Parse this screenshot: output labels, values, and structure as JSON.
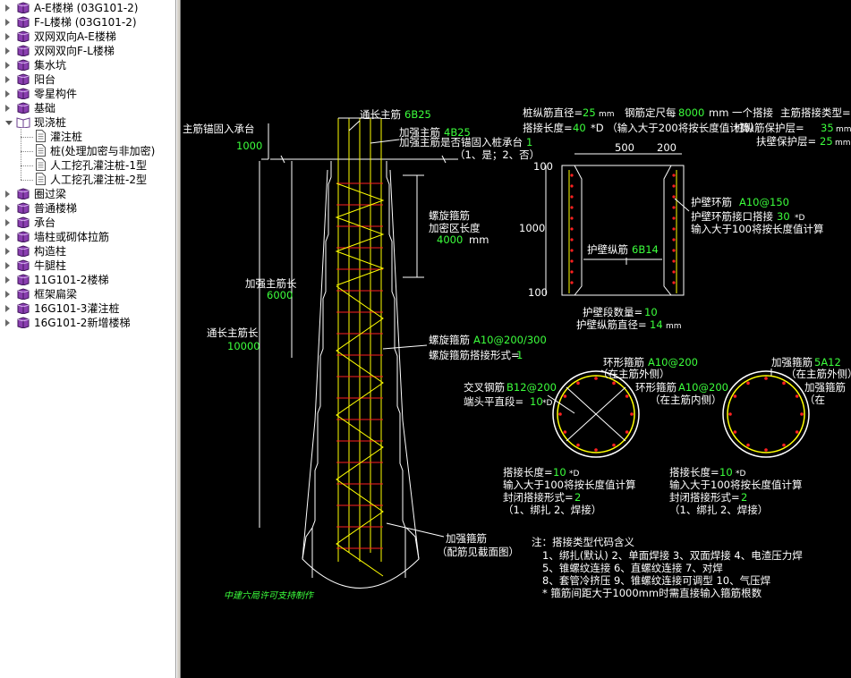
{
  "tree": {
    "items": [
      {
        "label": "A-E楼梯 (03G101-2)",
        "type": "book",
        "expanded": false
      },
      {
        "label": "F-L楼梯 (03G101-2)",
        "type": "book",
        "expanded": false
      },
      {
        "label": "双网双向A-E楼梯",
        "type": "book",
        "expanded": false
      },
      {
        "label": "双网双向F-L楼梯",
        "type": "book",
        "expanded": false
      },
      {
        "label": "集水坑",
        "type": "book",
        "expanded": false
      },
      {
        "label": "阳台",
        "type": "book",
        "expanded": false
      },
      {
        "label": "零星构件",
        "type": "book",
        "expanded": false
      },
      {
        "label": "基础",
        "type": "book",
        "expanded": false
      },
      {
        "label": "现浇桩",
        "type": "book",
        "expanded": true
      },
      {
        "label": "灌注桩",
        "type": "page",
        "child": true
      },
      {
        "label": "桩(处理加密与非加密)",
        "type": "page",
        "child": true
      },
      {
        "label": "人工挖孔灌注桩-1型",
        "type": "page",
        "child": true
      },
      {
        "label": "人工挖孔灌注桩-2型",
        "type": "page",
        "child": true,
        "selected": true
      },
      {
        "label": "圈过梁",
        "type": "book",
        "expanded": false
      },
      {
        "label": "普通楼梯",
        "type": "book",
        "expanded": false
      },
      {
        "label": "承台",
        "type": "book",
        "expanded": false
      },
      {
        "label": "墙柱或砌体拉筋",
        "type": "book",
        "expanded": false
      },
      {
        "label": "构造柱",
        "type": "book",
        "expanded": false
      },
      {
        "label": "牛腿柱",
        "type": "book",
        "expanded": false
      },
      {
        "label": "11G101-2楼梯",
        "type": "book",
        "expanded": false
      },
      {
        "label": "框架扁梁",
        "type": "book",
        "expanded": false
      },
      {
        "label": "16G101-3灌注桩",
        "type": "book",
        "expanded": false
      },
      {
        "label": "16G101-2新增楼梯",
        "type": "book",
        "expanded": false
      }
    ]
  },
  "drawing": {
    "colors": {
      "white": "#ffffff",
      "green": "#3cff3c",
      "yellow": "#ffff00",
      "red": "#ff2020"
    },
    "pile": {
      "anchor_label": "主筋锚固入承台",
      "anchor_value": "1000",
      "through_bar_label": "通长主筋",
      "through_bar_value": "6B25",
      "strengthen_bar_label": "加强主筋",
      "strengthen_bar_value": "4B25",
      "strengthen_anchor_label": "加强主筋是否锚固入桩承台",
      "strengthen_anchor_value": "1",
      "strengthen_anchor_options": "（1、是；2、否）",
      "spiral_dense_label1": "螺旋箍筋",
      "spiral_dense_label2": "加密区长度",
      "spiral_dense_value": "4000",
      "spiral_dense_unit": "mm",
      "strengthen_len_label": "加强主筋长",
      "strengthen_len_value": "6000",
      "through_len_label": "通长主筋长",
      "through_len_value": "10000",
      "spiral_label": "螺旋箍筋",
      "spiral_value": "A10@200/300",
      "spiral_lap_label": "螺旋箍筋搭接形式=",
      "spiral_lap_value": "1",
      "hoop_label": "加强箍筋",
      "hoop_note": "（配筋见截面图）",
      "watermark": "中建六局许可支持制作"
    },
    "params": {
      "dia_label": "桩纵筋直径=",
      "dia_value": "25",
      "dia_unit": "mm",
      "fixed_label": "钢筋定尺每",
      "fixed_value": "8000",
      "fixed_unit": "mm 一个搭接",
      "lap_type_label": "主筋搭接类型=",
      "lap_len_label": "搭接长度=",
      "lap_len_value": "40",
      "lap_len_note": "*D （输入大于200将按长度值计算）",
      "cover_label": "桩纵筋保护层=",
      "cover_value": "35",
      "cover_unit": "mm",
      "wall_cover_label": "扶壁保护层=",
      "wall_cover_value": "25",
      "wall_cover_unit": "mm"
    },
    "wall": {
      "dim_top_left": "500",
      "dim_top_right": "200",
      "dim_100_top": "100",
      "dim_1000": "1000",
      "dim_100_bottom": "100",
      "ring_label": "护壁环筋",
      "ring_value": "A10@150",
      "ring_lap_label": "护壁环筋接口搭接",
      "ring_lap_value": "30",
      "ring_lap_unit": "*D",
      "ring_lap_note": "输入大于100将按长度值计算",
      "long_label": "护壁纵筋",
      "long_value": "6B14",
      "seg_label": "护壁段数量=",
      "seg_value": "10",
      "long_dia_label": "护壁纵筋直径=",
      "long_dia_value": "14",
      "long_dia_unit": "mm"
    },
    "section1": {
      "ring_outer_label": "环形箍筋",
      "ring_outer_value": "A10@200",
      "ring_outer_note": "（在主筋外侧）",
      "ring_inner_label": "环形箍筋",
      "ring_inner_value": "A10@200",
      "ring_inner_note": "（在主筋内侧）",
      "cross_label": "交叉钢筋",
      "cross_value": "B12@200",
      "end_label": "端头平直段=",
      "end_value": "10",
      "end_unit": "*D",
      "lap_label": "搭接长度=",
      "lap_value": "10",
      "lap_unit": "*D",
      "lap_note": "输入大于100将按长度值计算",
      "close_label": "封闭搭接形式=",
      "close_value": "2",
      "close_options": "（1、绑扎  2、焊接）"
    },
    "section2": {
      "hoop_label": "加强箍筋",
      "hoop_value": "5A12",
      "hoop_note": "（在主筋外侧）",
      "hoop2_label": "加强箍筋",
      "hoop2_note": "（在",
      "lap_label": "搭接长度=",
      "lap_value": "10",
      "lap_unit": "*D",
      "lap_note": "输入大于100将按长度值计算",
      "close_label": "封闭搭接形式=",
      "close_value": "2",
      "close_options": "（1、绑扎  2、焊接）"
    },
    "notes": {
      "title": "注：搭接类型代码含义",
      "line1": "1、绑扎(默认)    2、单面焊接    3、双面焊接    4、电渣压力焊",
      "line2": "5、锥螺纹连接    6、直螺纹连接    7、对焊",
      "line3": "8、套管冷挤压    9、锥螺纹连接可调型    10、气压焊",
      "line4": "* 箍筋间距大于1000mm时需直接输入箍筋根数"
    }
  }
}
